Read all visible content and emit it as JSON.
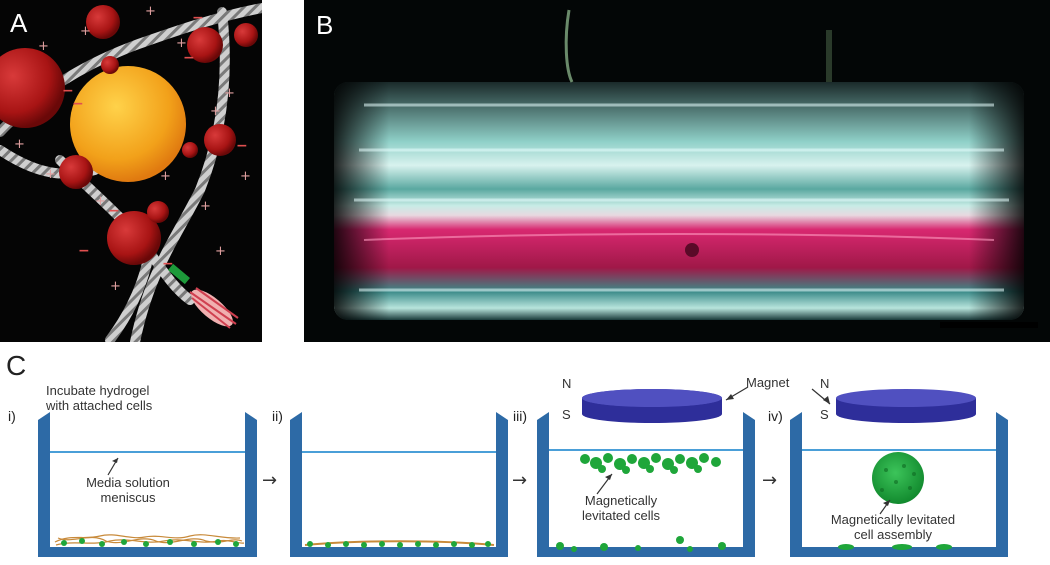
{
  "panels": {
    "a": {
      "label": "A"
    },
    "b": {
      "label": "B"
    },
    "c": {
      "label": "C"
    }
  },
  "steps": [
    {
      "numeral": "i)",
      "title": "Incubate hydrogel\nwith attached cells",
      "annotation": "Media solution\nmeniscus"
    },
    {
      "numeral": "ii)"
    },
    {
      "numeral": "iii)",
      "pole_n": "N",
      "pole_s": "S",
      "annotation": "Magnetically\nlevitated cells"
    },
    {
      "numeral": "iv)",
      "pole_n": "N",
      "pole_s": "S",
      "annotation": "Magnetically levitated\ncell assembly"
    }
  ],
  "magnet_label": "Magnet",
  "step_arrow": "→",
  "colors": {
    "well_blue": "#2d6aa6",
    "media_line": "#4a9fd8",
    "cell_green": "#1fa63a",
    "magnet_purple": "#3d3da8",
    "nanoparticle_red": "#b01818",
    "gold_particle": "#f2a81c",
    "media_pink": "#c7265f"
  }
}
